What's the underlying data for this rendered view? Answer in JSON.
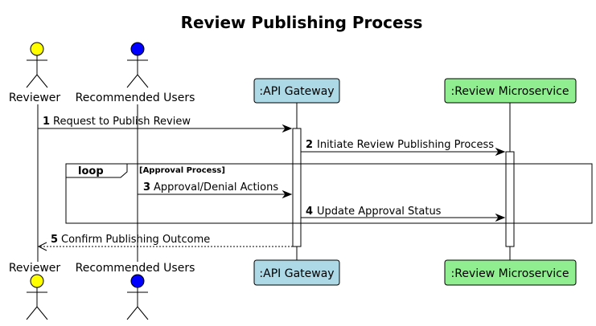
{
  "title": "Review Publishing Process",
  "participants": [
    {
      "id": "reviewer",
      "label": "Reviewer",
      "kind": "actor",
      "color": "#FFFF00"
    },
    {
      "id": "recommended-users",
      "label": "Recommended Users",
      "kind": "actor",
      "color": "#0000FF"
    },
    {
      "id": "api-gateway",
      "label": ":API Gateway",
      "kind": "box",
      "color": "#ADD8E6"
    },
    {
      "id": "review-microservice",
      "label": ":Review Microservice",
      "kind": "box",
      "color": "#90EE90"
    }
  ],
  "messages": [
    {
      "number": "1",
      "text": "Request to Publish Review",
      "from": "reviewer",
      "to": "api-gateway",
      "style": "solid"
    },
    {
      "number": "2",
      "text": "Initiate Review Publishing Process",
      "from": "api-gateway",
      "to": "review-microservice",
      "style": "solid"
    },
    {
      "number": "3",
      "text": "Approval/Denial Actions",
      "from": "recommended-users",
      "to": "api-gateway",
      "style": "solid"
    },
    {
      "number": "4",
      "text": "Update Approval Status",
      "from": "api-gateway",
      "to": "review-microservice",
      "style": "solid"
    },
    {
      "number": "5",
      "text": "Confirm Publishing Outcome",
      "from": "api-gateway",
      "to": "reviewer",
      "style": "dashed"
    }
  ],
  "loop": {
    "keyword": "loop",
    "condition": "[Approval Process]"
  }
}
